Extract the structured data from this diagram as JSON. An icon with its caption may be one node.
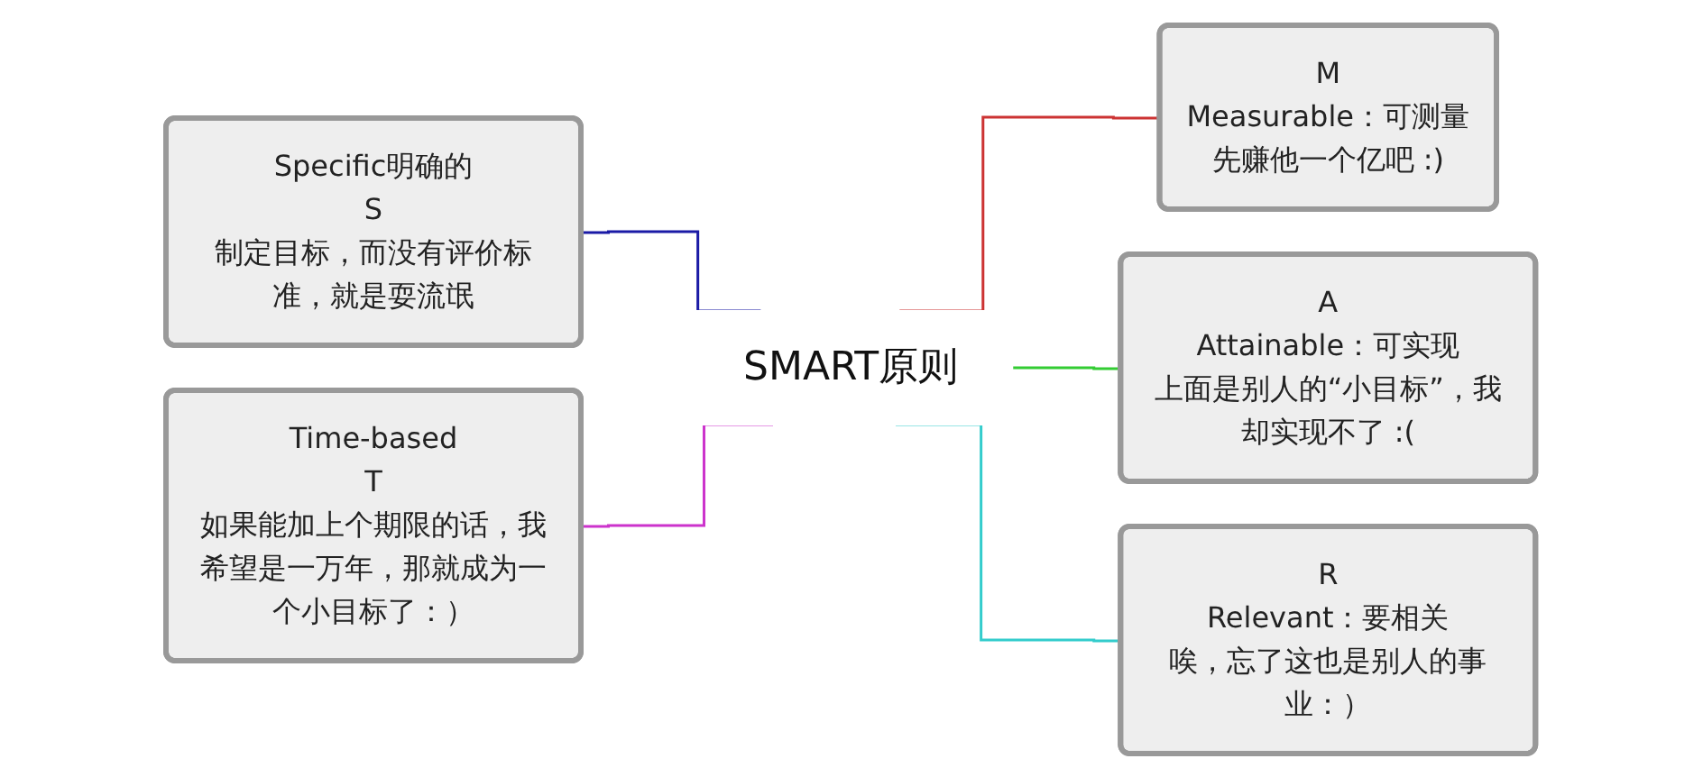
{
  "diagram": {
    "nodes": [
      {
        "text": [
          "SMART原则"
        ]
      },
      {
        "text": [
          "Specific明确的",
          "S",
          "制定目标，而没有评价标准，就是耍流氓"
        ]
      },
      {
        "text": [
          "Time-based",
          "T",
          "如果能加上个期限的话，我希望是一万年，那就成为一个小目标了：）"
        ]
      },
      {
        "text": [
          "M",
          "Measurable：可测量",
          "先赚他一个亿吧 :)"
        ]
      },
      {
        "text": [
          "A",
          "Attainable：可实现",
          "上面是别人的“小目标”，我却实现不了 :("
        ]
      },
      {
        "text": [
          "R",
          "Relevant：要相关",
          "唉，忘了这也是别人的事业：）"
        ]
      }
    ],
    "edges": [
      {
        "from": 1,
        "to": 0,
        "arrow": "none",
        "color": "#1a1aa6"
      },
      {
        "from": 2,
        "to": 0,
        "arrow": "none",
        "color": "#cc33cc"
      },
      {
        "from": 0,
        "to": 3,
        "arrow": "none",
        "color": "#cc3333"
      },
      {
        "from": 0,
        "to": 4,
        "arrow": "none",
        "color": "#33cc33"
      },
      {
        "from": 0,
        "to": 5,
        "arrow": "none",
        "color": "#33cccc"
      }
    ]
  }
}
